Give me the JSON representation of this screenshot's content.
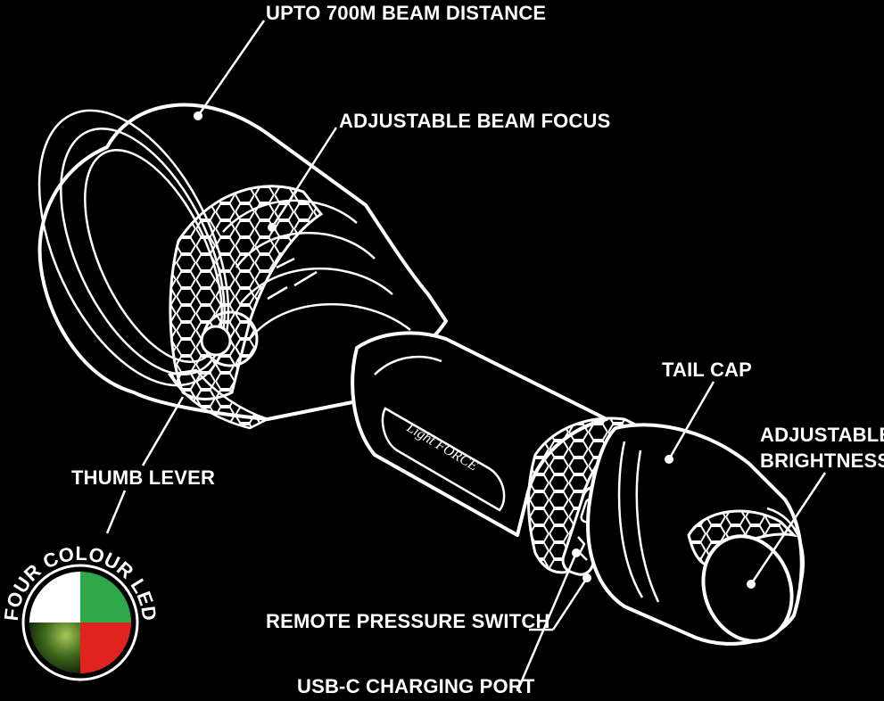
{
  "labels": {
    "beam_distance": "UPTO 700M BEAM DISTANCE",
    "beam_focus": "ADJUSTABLE BEAM FOCUS",
    "tail_cap": "TAIL CAP",
    "adjustable_brightness_line1": "ADJUSTABLE",
    "adjustable_brightness_line2": "BRIGHTNESS",
    "thumb_lever": "THUMB LEVER",
    "four_colour_led": "FOUR COLOUR LED",
    "remote_pressure_switch": "REMOTE PRESSURE SWITCH",
    "usb_c_port": "USB-C CHARGING PORT"
  },
  "brand_logo_text": "Light FORCE",
  "led_colors": {
    "top_left": "#ffffff",
    "top_right": "#2fa84a",
    "bottom_left": "#1d3a12",
    "bottom_right": "#e0231f"
  }
}
